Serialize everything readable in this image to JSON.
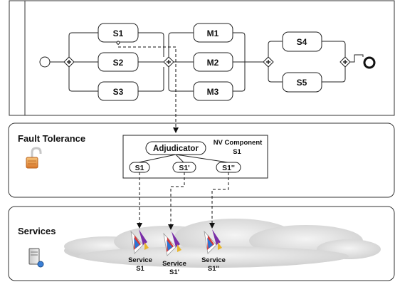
{
  "process": {
    "tasks": {
      "s1": "S1",
      "s2": "S2",
      "s3": "S3",
      "m1": "M1",
      "m2": "M2",
      "m3": "M3",
      "s4": "S4",
      "s5": "S5"
    }
  },
  "fault_tolerance": {
    "title": "Fault Tolerance",
    "adjudicator": "Adjudicator",
    "component_line1": "NV Component",
    "component_line2": "S1",
    "variants": [
      "S1",
      "S1'",
      "S1''"
    ]
  },
  "services": {
    "title": "Services",
    "items": [
      {
        "line1": "Service",
        "line2": "S1"
      },
      {
        "line1": "Service",
        "line2": "S1'"
      },
      {
        "line1": "Service",
        "line2": "S1''"
      }
    ]
  },
  "icons": {
    "lock": "unlocked-padlock-icon",
    "server": "server-icon",
    "service": "service-icon"
  }
}
